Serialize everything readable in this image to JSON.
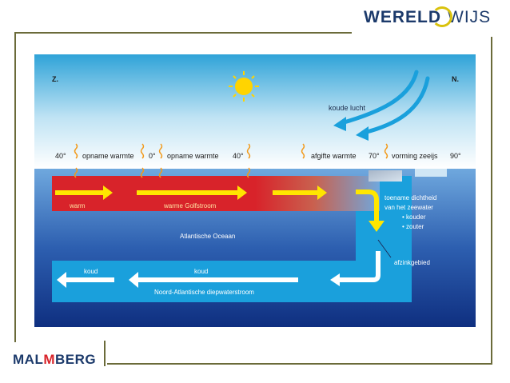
{
  "branding": {
    "top_logo_bold": "WERELD",
    "top_logo_light": "WIJS",
    "bottom_logo_pre": "MAL",
    "bottom_logo_mark": "M",
    "bottom_logo_post": "BERG"
  },
  "diagram": {
    "compass_south": "Z.",
    "compass_north": "N.",
    "cold_air_label": "koude lucht",
    "top_row": {
      "lat_40a": "40°",
      "uptake_1": "opname warmte",
      "lat_0": "0°",
      "uptake_2": "opname warmte",
      "lat_40b": "40°",
      "release": "afgifte warmte",
      "lat_70": "70°",
      "sea_ice": "vorming zeeijs",
      "lat_90": "90°"
    },
    "warm_label": "warm",
    "gulf_stream_label": "warme Golfstroom",
    "density_increase": "toename dichtheid",
    "density_of_seawater": "van het zeewater",
    "colder": "• kouder",
    "saltier": "• zouter",
    "ocean_label": "Atlantische Oceaan",
    "sinking_area": "afzinkgebied",
    "cold_label_1": "koud",
    "cold_label_2": "koud",
    "deep_current_label": "Noord-Atlantische diepwaterstroom",
    "colors": {
      "sky_top": "#2fa3d8",
      "sky_bottom": "#ffffff",
      "warm_current": "#d8232a",
      "cold_current": "#1aa0dc",
      "deep_ocean": "#1c3f8f",
      "arrow_warm": "#ffe600",
      "arrow_cold": "#ffffff"
    }
  }
}
